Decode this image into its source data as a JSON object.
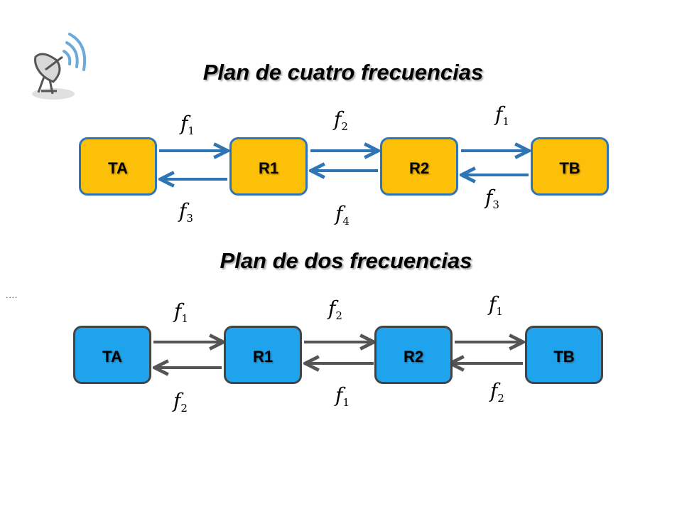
{
  "plan_four": {
    "title": "Plan de cuatro frecuencias",
    "nodes": [
      "TA",
      "R1",
      "R2",
      "TB"
    ],
    "forward_labels": [
      {
        "f": "f",
        "n": "1"
      },
      {
        "f": "f",
        "n": "2"
      },
      {
        "f": "f",
        "n": "1"
      }
    ],
    "reverse_labels": [
      {
        "f": "f",
        "n": "3"
      },
      {
        "f": "f",
        "n": "4"
      },
      {
        "f": "f",
        "n": "3"
      }
    ]
  },
  "plan_two": {
    "title": "Plan de dos frecuencias",
    "nodes": [
      "TA",
      "R1",
      "R2",
      "TB"
    ],
    "forward_labels": [
      {
        "f": "f",
        "n": "1"
      },
      {
        "f": "f",
        "n": "2"
      },
      {
        "f": "f",
        "n": "1"
      }
    ],
    "reverse_labels": [
      {
        "f": "f",
        "n": "2"
      },
      {
        "f": "f",
        "n": "1"
      },
      {
        "f": "f",
        "n": "2"
      }
    ]
  },
  "dots": "....",
  "icons": {
    "logo": "satellite-dish-icon"
  },
  "colors": {
    "amber_fill": "#fdc008",
    "amber_border": "#2e75b6",
    "blue_fill": "#1fa3ec",
    "blue_border": "#444444",
    "arrow_blue": "#2e75b6",
    "arrow_gray": "#555555"
  }
}
